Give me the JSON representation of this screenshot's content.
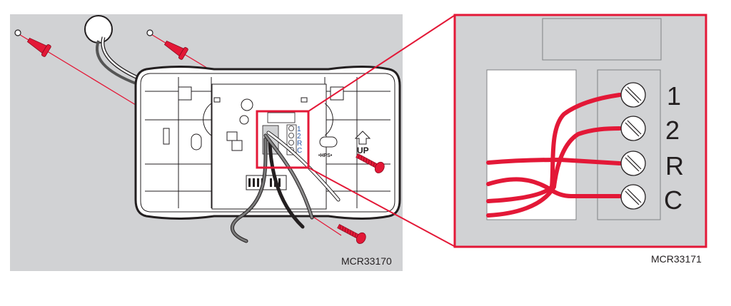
{
  "figure_left": {
    "label": "MCR33170",
    "small_terminal_labels": [
      "1",
      "2",
      "R",
      "C"
    ],
    "up_label": "UP",
    "hps_label": "•HPS•",
    "icons": [
      "wall-anchor-icon",
      "screw-icon",
      "up-arrow-icon",
      "wire-hole-icon"
    ]
  },
  "figure_right": {
    "label": "MCR33171",
    "terminal_labels": [
      "1",
      "2",
      "R",
      "C"
    ]
  },
  "colors": {
    "background": "#ffffff",
    "panel_gray": "#d1d2d4",
    "accent_red": "#e31837",
    "line": "#231f20",
    "plate_white": "#ffffff"
  }
}
